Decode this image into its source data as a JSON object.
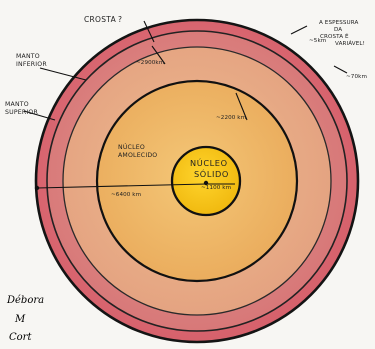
{
  "diagram": {
    "layers": {
      "crust_label": "CROSTA",
      "crust_question": "?",
      "upper_mantle_label_1": "MANTO",
      "upper_mantle_label_2": "SUPERIOR",
      "lower_mantle_label_1": "MANTO",
      "lower_mantle_label_2": "INFERIOR",
      "outer_core_label_1": "NÚCLEO",
      "outer_core_label_2": "AMOLECIDO",
      "inner_core_label_1": "NÚCLEO",
      "inner_core_label_2": "SÓLIDO"
    },
    "distances": {
      "crust_note_1": "A ESPESSURA",
      "crust_note_2": "DA",
      "crust_note_3": "CROSTA É",
      "crust_note_4": "VARIÁVEL!",
      "crust_thickness_1": "~5km",
      "crust_thickness_2": "~70km",
      "mantle_thickness": "~2900km",
      "outer_core_thickness": "~2200 km",
      "radius": "~6400 km",
      "inner_core_radius": "~1100 km"
    },
    "signature": {
      "line1": "Débora",
      "line2": "M",
      "line3": "Cort"
    },
    "colors": {
      "crust": "#d86a73",
      "upper_mantle": "#de8b86",
      "lower_mantle": "#e9b08e",
      "outer_core": "#f0be73",
      "inner_core": "#f4c20f",
      "outline": "#111111"
    }
  }
}
